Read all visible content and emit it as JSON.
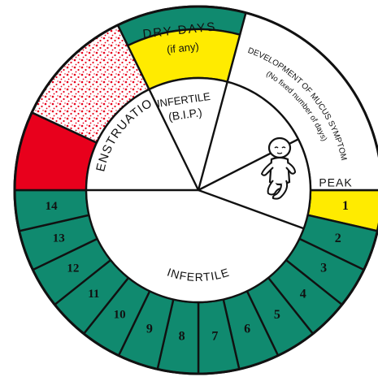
{
  "colors": {
    "green": "#108a6f",
    "yellow": "#ffeb00",
    "red": "#e8001c",
    "white": "#ffffff",
    "ink": "#111111"
  },
  "labels": {
    "dry_days": "DRY DAYS",
    "if_any": "(if any)",
    "development": "DEVELOPMENT OF MUCUS SYMPTOM",
    "no_fixed": "(No fixed number of days)",
    "peak": "PEAK",
    "menstruation": "MENSTRUATION",
    "infertile_top": "INFERTILE",
    "bip": "(B.I.P.)",
    "infertile_bottom": "INFERTILE"
  },
  "days": [
    "1",
    "2",
    "3",
    "4",
    "5",
    "6",
    "7",
    "8",
    "9",
    "10",
    "11",
    "12",
    "13",
    "14"
  ],
  "icons": {
    "baby": "baby-icon"
  }
}
